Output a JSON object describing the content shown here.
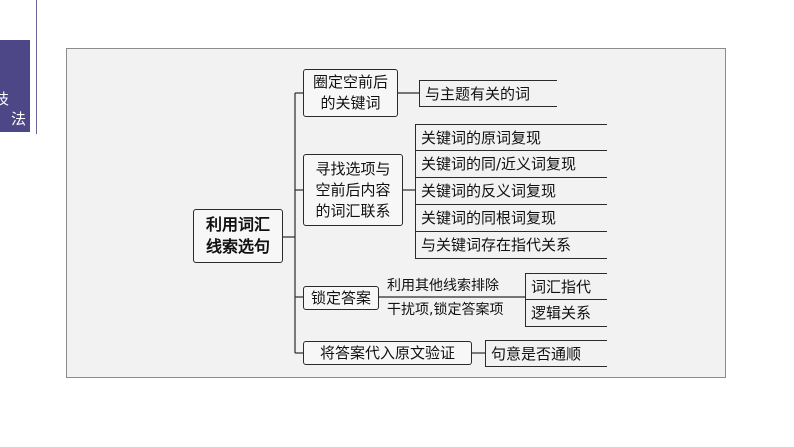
{
  "side_tab": {
    "chars": [
      "技",
      "法"
    ]
  },
  "diagram": {
    "root": "利用词汇\n线索选句",
    "branches": [
      {
        "label": "圈定空前后\n的关键词",
        "children": [
          "与主题有关的词"
        ]
      },
      {
        "label": "寻找选项与\n空前后内容\n的词汇联系",
        "children": [
          "关键词的原词复现",
          "关键词的同/近义词复现",
          "关键词的反义词复现",
          "关键词的同根词复现",
          "与关键词存在指代关系"
        ]
      },
      {
        "label": "锁定答案",
        "note_lines": [
          "利用其他线索排除",
          "干扰项,锁定答案项"
        ],
        "children": [
          "词汇指代",
          "逻辑关系"
        ]
      },
      {
        "label": "将答案代入原文验证",
        "children": [
          "句意是否通顺"
        ]
      }
    ]
  }
}
